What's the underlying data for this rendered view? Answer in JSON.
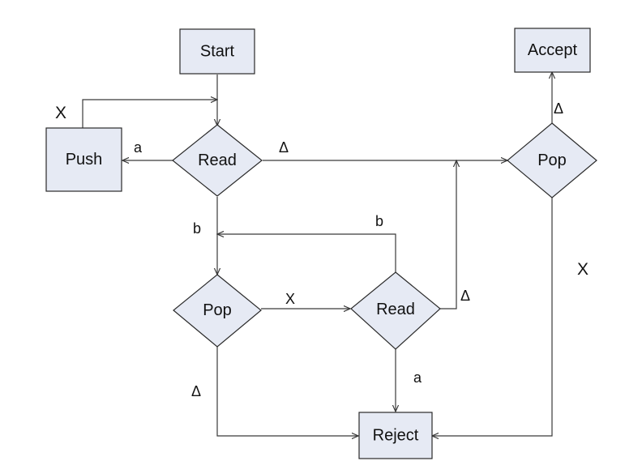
{
  "nodes": {
    "start": "Start",
    "accept": "Accept",
    "push": "Push",
    "read_top": "Read",
    "pop_right": "Pop",
    "pop_mid": "Pop",
    "read_mid": "Read",
    "reject": "Reject"
  },
  "edge_labels": {
    "push_loop": "X",
    "read_to_push": "a",
    "read_to_pop_right": "Δ",
    "pop_right_to_accept": "Δ",
    "read_to_pop_mid": "b",
    "read_mid_loop_back": "b",
    "pop_mid_to_read_mid": "X",
    "read_mid_to_pop_right": "Δ",
    "pop_right_to_reject": "X",
    "read_mid_to_reject": "a",
    "pop_mid_to_reject": "Δ"
  },
  "colors": {
    "node_fill": "#e6eaf4",
    "stroke": "#2a2a2a"
  }
}
